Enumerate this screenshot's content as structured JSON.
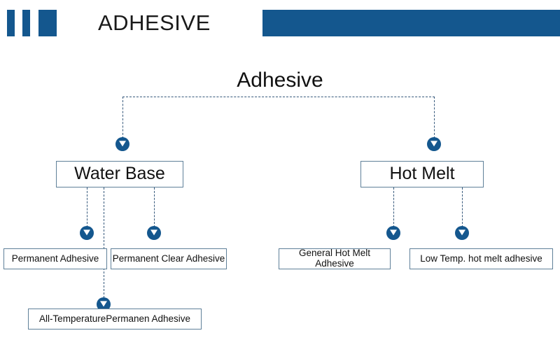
{
  "header": {
    "title": "ADHESIVE",
    "brand_color": "#14578E",
    "bars": [
      "bar-1",
      "bar-2",
      "bar-3"
    ],
    "block": "header-blue-block"
  },
  "diagram": {
    "type": "tree",
    "root": {
      "label": "Adhesive"
    },
    "level2": [
      {
        "label": "Water Base"
      },
      {
        "label": "Hot Melt"
      }
    ],
    "leaves": [
      {
        "label": "Permanent Adhesive"
      },
      {
        "label": "Permanent Clear Adhesive"
      },
      {
        "label": "General Hot Melt Adhesive"
      },
      {
        "label": "Low Temp. hot melt adhesive"
      }
    ],
    "level4": [
      {
        "label": "All-TemperaturePermanen Adhesive"
      }
    ],
    "connector_color": "#36597C",
    "node_border_color": "#5F8099",
    "arrow_color": "#14578E"
  }
}
